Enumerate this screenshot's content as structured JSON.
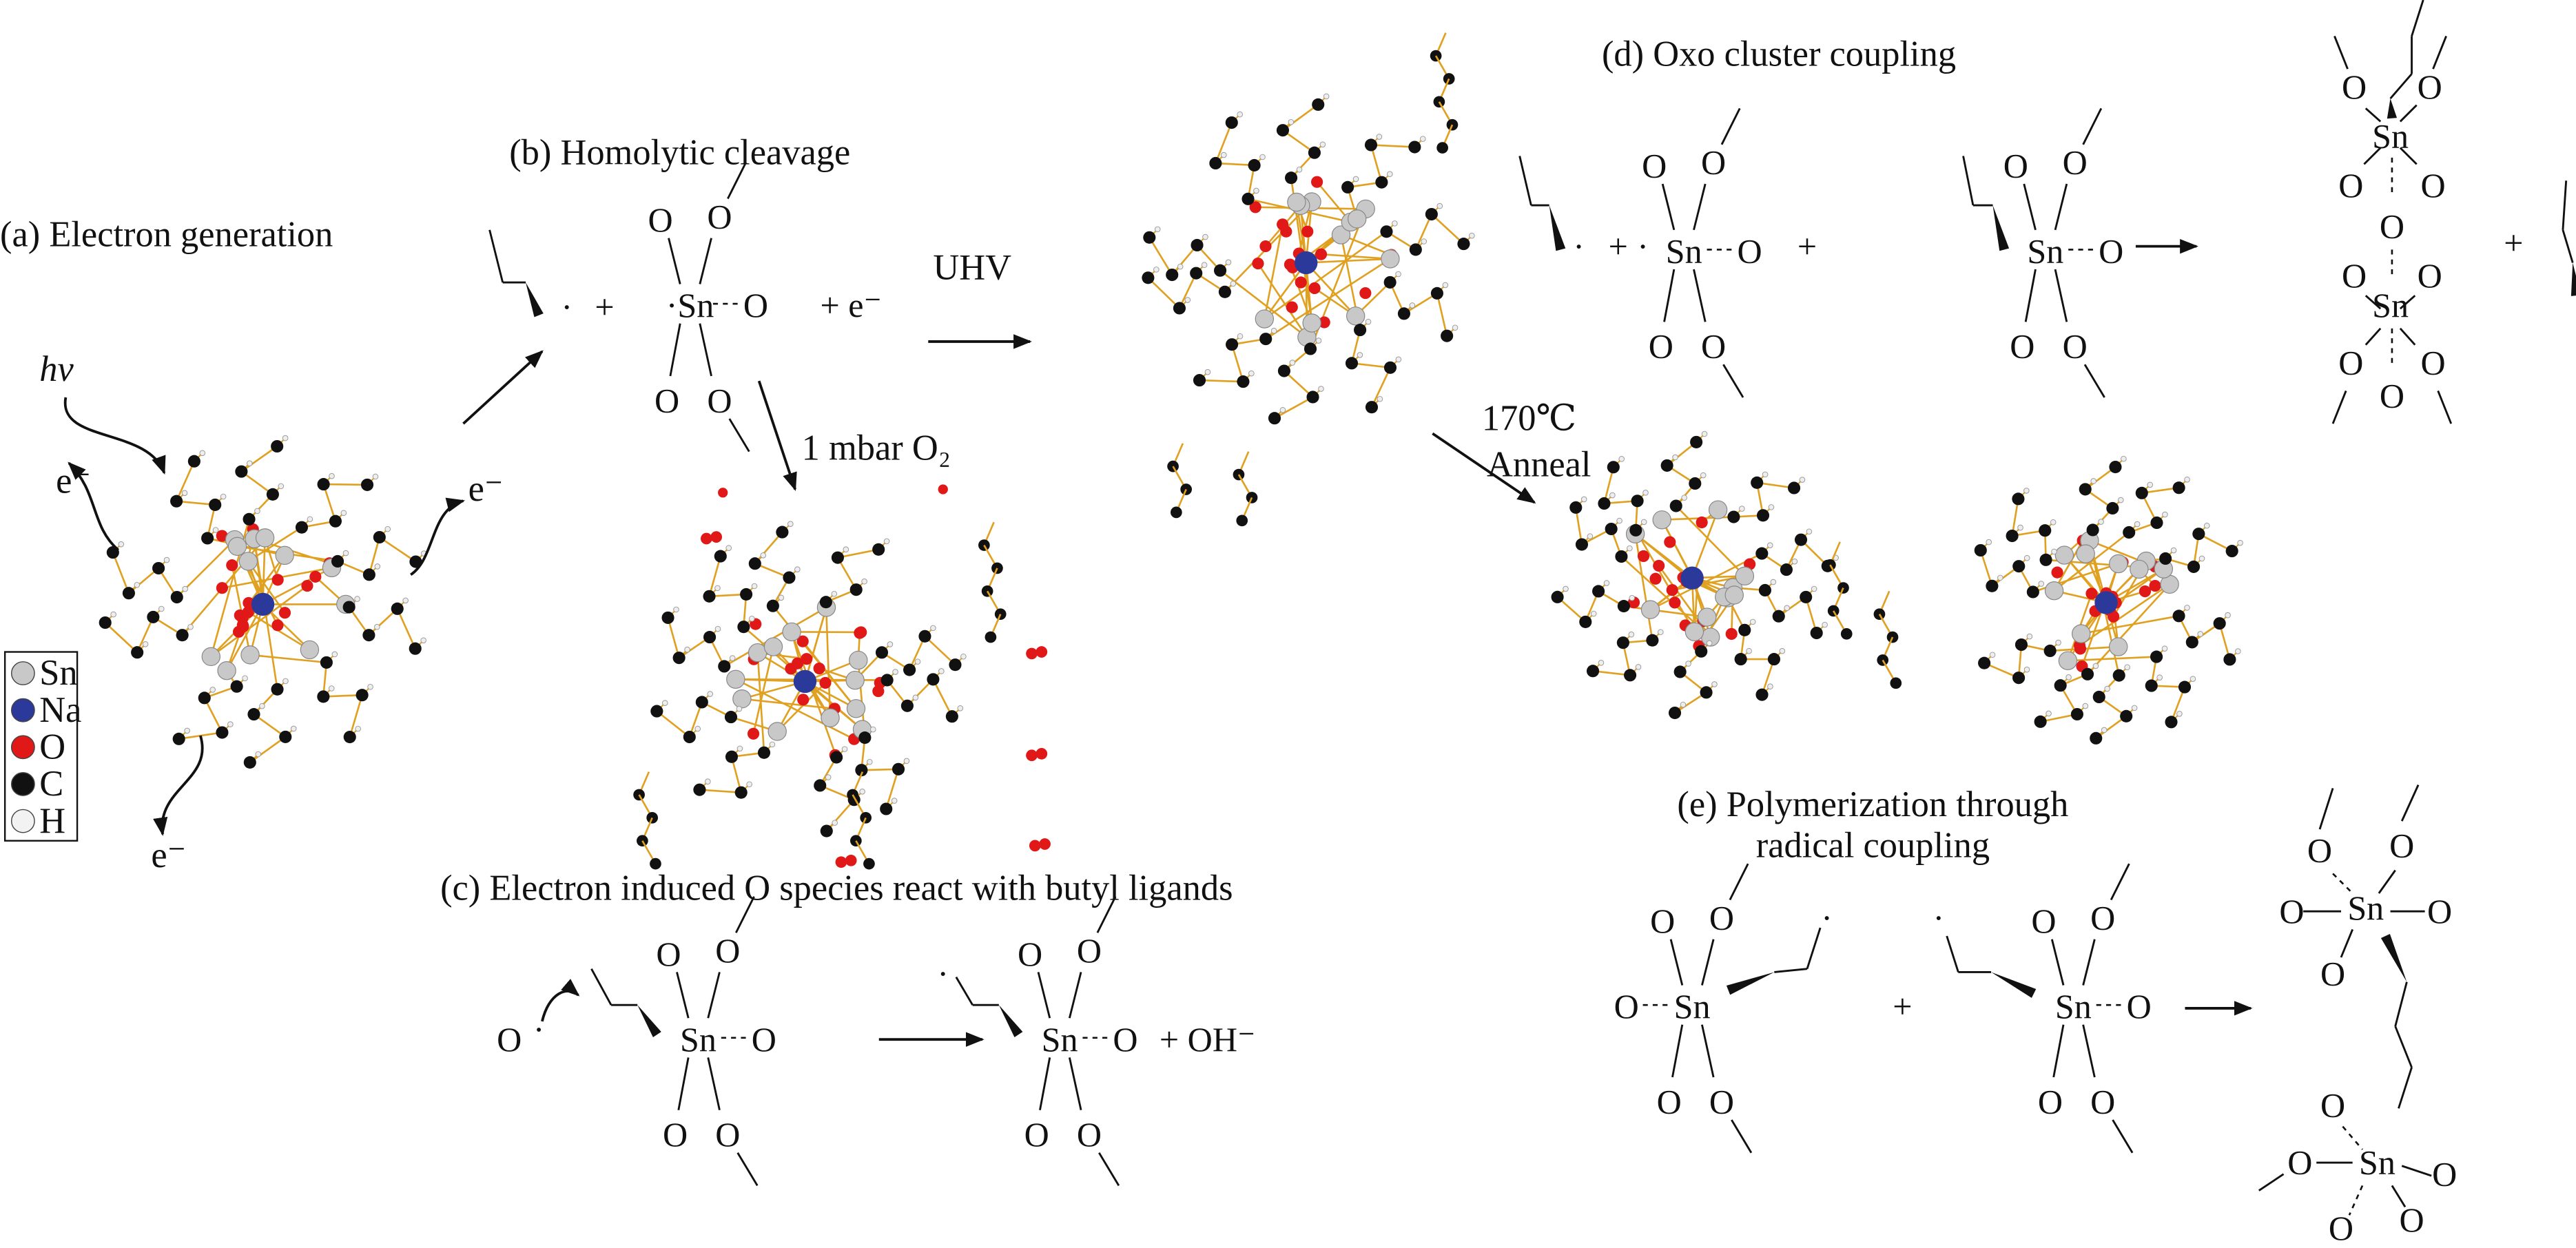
{
  "labels": {
    "a": "(a) Electron generation",
    "b": "(b) Homolytic cleavage",
    "c": "(c) Electron induced O species react with butyl ligands",
    "d": "(d) Oxo cluster coupling",
    "e_line1": "(e) Polymerization through",
    "e_line2": "radical coupling"
  },
  "annotations": {
    "hv": "hv",
    "electron": "e⁻",
    "uhv": "UHV",
    "oxygen_pressure": "1 mbar O₂",
    "anneal_temp": "170℃",
    "anneal": "Anneal"
  },
  "chem": {
    "sn": "Sn",
    "o": "O",
    "plus": "+",
    "radical_dot": "·",
    "sn_radical": "·Sn",
    "plus_electron": "+ e⁻",
    "plus_hydroxide": "+ OH⁻",
    "o_radical": "O"
  },
  "legend": [
    {
      "label": "Sn",
      "color": "#c8c8c8"
    },
    {
      "label": "Na",
      "color": "#2b3a9a"
    },
    {
      "label": "O",
      "color": "#e01818"
    },
    {
      "label": "C",
      "color": "#111111"
    },
    {
      "label": "H",
      "color": "#f2f2f2"
    }
  ],
  "colors": {
    "bond": "#e0a020",
    "sn": "#c8c8c8",
    "na": "#2b3a9a",
    "o": "#e01818",
    "c": "#111111",
    "h": "#eeeeee"
  }
}
